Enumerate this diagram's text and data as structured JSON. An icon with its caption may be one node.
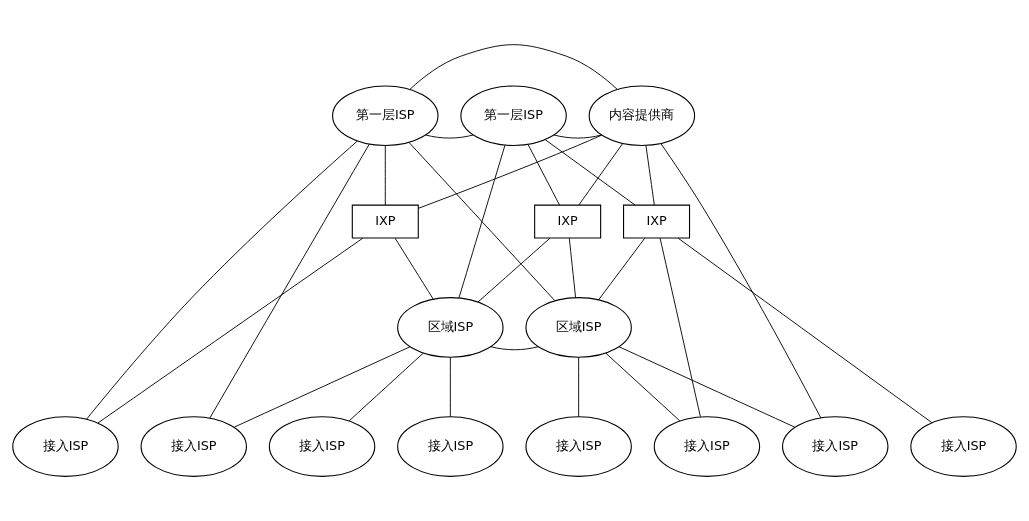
{
  "diagram": {
    "nodes": [
      {
        "text": [
          "第一层ISP"
        ]
      },
      {
        "text": [
          "第一层ISP"
        ]
      },
      {
        "text": [
          "内容提供商"
        ]
      },
      {
        "text": [
          "IXP"
        ]
      },
      {
        "text": [
          "IXP"
        ]
      },
      {
        "text": [
          "IXP"
        ]
      },
      {
        "text": [
          "区域ISP"
        ]
      },
      {
        "text": [
          "区域ISP"
        ]
      },
      {
        "text": [
          "接入ISP"
        ]
      },
      {
        "text": [
          "接入ISP"
        ]
      },
      {
        "text": [
          "接入ISP"
        ]
      },
      {
        "text": [
          "接入ISP"
        ]
      },
      {
        "text": [
          "接入ISP"
        ]
      },
      {
        "text": [
          "接入ISP"
        ]
      },
      {
        "text": [
          "接入ISP"
        ]
      },
      {
        "text": [
          "接入ISP"
        ]
      }
    ],
    "edges": [
      {
        "from": 0,
        "to": 2,
        "arrow": "none"
      },
      {
        "from": 0,
        "to": 1,
        "arrow": "none"
      },
      {
        "from": 1,
        "to": 2,
        "arrow": "none"
      },
      {
        "from": 0,
        "to": 3,
        "arrow": "none"
      },
      {
        "from": 0,
        "to": 7,
        "arrow": "none"
      },
      {
        "from": 0,
        "to": 8,
        "arrow": "none"
      },
      {
        "from": 0,
        "to": 9,
        "arrow": "none"
      },
      {
        "from": 1,
        "to": 6,
        "arrow": "none"
      },
      {
        "from": 1,
        "to": 4,
        "arrow": "none"
      },
      {
        "from": 1,
        "to": 5,
        "arrow": "none"
      },
      {
        "from": 2,
        "to": 3,
        "arrow": "none"
      },
      {
        "from": 2,
        "to": 4,
        "arrow": "none"
      },
      {
        "from": 2,
        "to": 5,
        "arrow": "none"
      },
      {
        "from": 2,
        "to": 14,
        "arrow": "none"
      },
      {
        "from": 3,
        "to": 8,
        "arrow": "none"
      },
      {
        "from": 3,
        "to": 6,
        "arrow": "none"
      },
      {
        "from": 4,
        "to": 6,
        "arrow": "none"
      },
      {
        "from": 4,
        "to": 7,
        "arrow": "none"
      },
      {
        "from": 5,
        "to": 7,
        "arrow": "none"
      },
      {
        "from": 5,
        "to": 13,
        "arrow": "none"
      },
      {
        "from": 5,
        "to": 15,
        "arrow": "none"
      },
      {
        "from": 6,
        "to": 7,
        "arrow": "none"
      },
      {
        "from": 6,
        "to": 9,
        "arrow": "none"
      },
      {
        "from": 6,
        "to": 10,
        "arrow": "none"
      },
      {
        "from": 6,
        "to": 11,
        "arrow": "none"
      },
      {
        "from": 7,
        "to": 12,
        "arrow": "none"
      },
      {
        "from": 7,
        "to": 13,
        "arrow": "none"
      },
      {
        "from": 7,
        "to": 14,
        "arrow": "none"
      }
    ]
  }
}
